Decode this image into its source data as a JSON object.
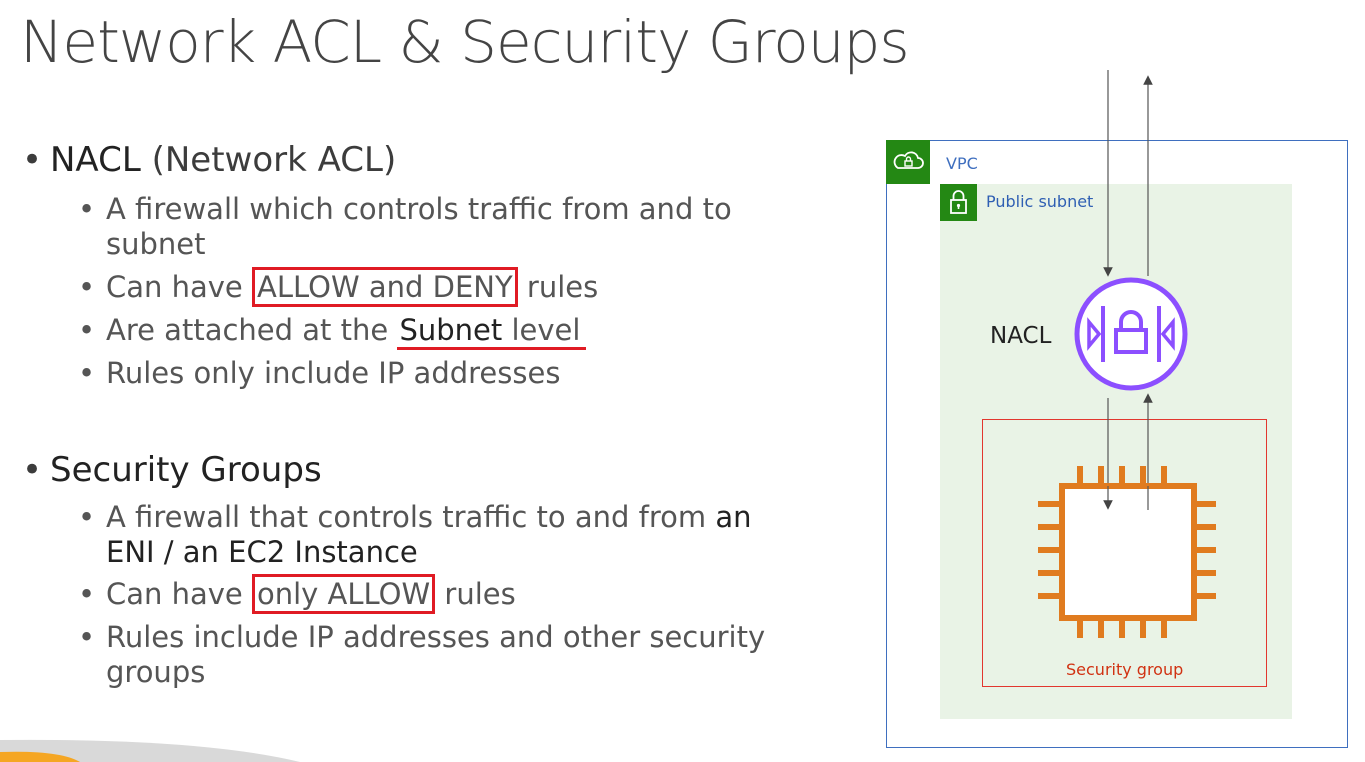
{
  "title": "Network ACL & Security Groups",
  "nacl_section": {
    "heading_main": "NACL",
    "heading_sub": " (Network ACL)",
    "items": [
      {
        "text": "A firewall which controls traffic from and to subnet"
      },
      {
        "prefix": "Can have ",
        "highlight": "ALLOW and DENY",
        "suffix": " rules"
      },
      {
        "prefix": "Are attached at the ",
        "highlight_dark": "Subnet",
        "highlight_rest": " level"
      },
      {
        "text": "Rules only include IP addresses"
      }
    ]
  },
  "sg_section": {
    "heading": "Security Groups",
    "items": [
      {
        "prefix": "A firewall that controls traffic to and from ",
        "emph": "an ENI / an EC2 Instance"
      },
      {
        "prefix": "Can have ",
        "highlight": "only ALLOW",
        "suffix": " rules"
      },
      {
        "text": "Rules include IP addresses and other security groups"
      }
    ]
  },
  "diagram": {
    "vpc_label": "VPC",
    "subnet_label": "Public subnet",
    "nacl_label": "NACL",
    "sg_label": "Security group",
    "colors": {
      "vpc_border": "#3f6fbf",
      "badge_green": "#248814",
      "subnet_fill": "#e9f3e6",
      "nacl_purple": "#8c4fff",
      "ec2_orange": "#e07b1f",
      "sg_red": "#e2362e"
    }
  },
  "icons": [
    "cloud-icon",
    "lock-icon",
    "nacl-icon",
    "ec2-chip-icon"
  ]
}
